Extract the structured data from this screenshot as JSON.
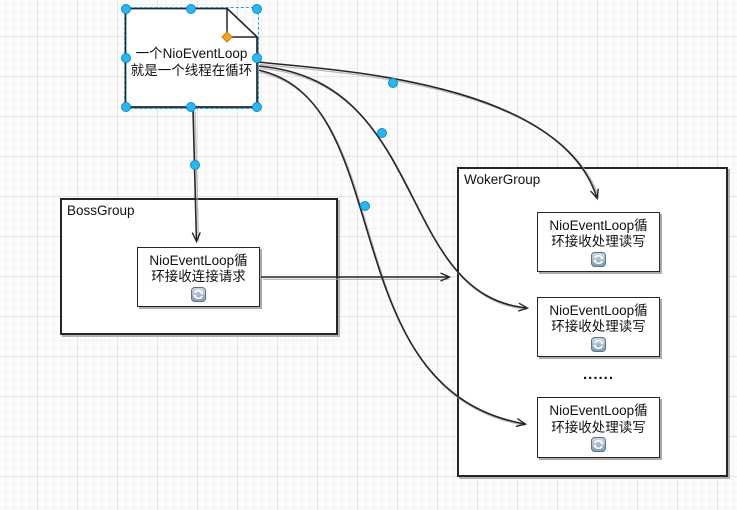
{
  "note": {
    "line1": "一个NioEventLoop",
    "line2": "就是一个线程在循环"
  },
  "boss_group": {
    "label": "BossGroup",
    "event_loop": {
      "line1": "NioEventLoop循",
      "line2": "环接收连接请求"
    }
  },
  "worker_group": {
    "label": "WokerGroup",
    "ellipsis": "......",
    "event_loops": [
      {
        "line1": "NioEventLoop循",
        "line2": "环接收处理读写"
      },
      {
        "line1": "NioEventLoop循",
        "line2": "环接收处理读写"
      },
      {
        "line1": "NioEventLoop循",
        "line2": "环接收处理读写"
      }
    ]
  },
  "icons": {
    "loop_icon": "refresh-icon"
  },
  "colors": {
    "selection_handle": "#29b6f2",
    "selection_outline": "#00a8ff",
    "fold_handle": "#ffa21f",
    "shape_border": "#262626",
    "icon_gradient_top": "#d2dde7",
    "icon_gradient_bottom": "#7e9ab2"
  }
}
